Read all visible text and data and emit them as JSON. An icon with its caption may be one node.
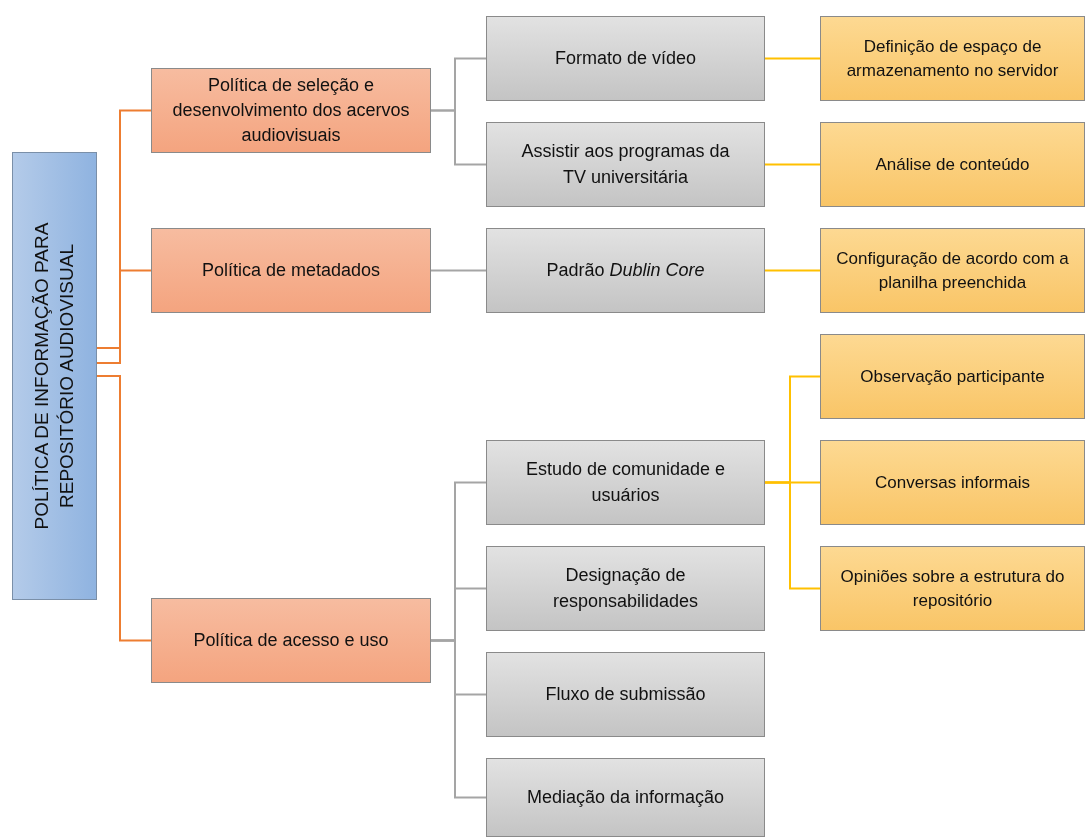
{
  "diagram": {
    "nodes": [
      {
        "text": [
          "POLÍTICA DE INFORMAÇÃO PARA REPOSITÓRIO AUDIOVISUAL"
        ]
      },
      {
        "text": [
          "Política de seleção e desenvolvimento dos acervos audiovisuais"
        ]
      },
      {
        "text": [
          "Política de metadados"
        ]
      },
      {
        "text": [
          "Política de acesso e uso"
        ]
      },
      {
        "text": [
          "Formato de vídeo"
        ]
      },
      {
        "text": [
          "Assistir aos programas da TV universitária"
        ]
      },
      {
        "text": [
          "Padrão *Dublin Core*"
        ]
      },
      {
        "text": [
          "Estudo de comunidade e usuários"
        ]
      },
      {
        "text": [
          "Designação de responsabilidades"
        ]
      },
      {
        "text": [
          "Fluxo de submissão"
        ]
      },
      {
        "text": [
          "Mediação da informação"
        ]
      },
      {
        "text": [
          "Definição de espaço de armazenamento no servidor"
        ]
      },
      {
        "text": [
          "Análise de conteúdo"
        ]
      },
      {
        "text": [
          "Configuração de acordo com a planilha preenchida"
        ]
      },
      {
        "text": [
          "Observação participante"
        ]
      },
      {
        "text": [
          "Conversas informais"
        ]
      },
      {
        "text": [
          "Opiniões sobre a estrutura do repositório"
        ]
      }
    ],
    "edges": [
      {
        "from": 0,
        "to": 1,
        "arrow": "none",
        "color": "#ed7d31"
      },
      {
        "from": 0,
        "to": 2,
        "arrow": "none",
        "color": "#ed7d31"
      },
      {
        "from": 0,
        "to": 3,
        "arrow": "none",
        "color": "#ed7d31"
      },
      {
        "from": 1,
        "to": 4,
        "arrow": "none"
      },
      {
        "from": 1,
        "to": 5,
        "arrow": "none"
      },
      {
        "from": 2,
        "to": 6,
        "arrow": "none"
      },
      {
        "from": 3,
        "to": 7,
        "arrow": "none"
      },
      {
        "from": 3,
        "to": 8,
        "arrow": "none"
      },
      {
        "from": 3,
        "to": 9,
        "arrow": "none"
      },
      {
        "from": 3,
        "to": 10,
        "arrow": "none"
      },
      {
        "from": 4,
        "to": 11,
        "arrow": "none",
        "color": "#ffc000"
      },
      {
        "from": 5,
        "to": 12,
        "arrow": "none",
        "color": "#ffc000"
      },
      {
        "from": 6,
        "to": 13,
        "arrow": "none",
        "color": "#ffc000"
      },
      {
        "from": 7,
        "to": 14,
        "arrow": "none",
        "color": "#ffc000"
      },
      {
        "from": 7,
        "to": 15,
        "arrow": "none",
        "color": "#ffc000"
      },
      {
        "from": 7,
        "to": 16,
        "arrow": "none",
        "color": "#ffc000"
      }
    ]
  }
}
